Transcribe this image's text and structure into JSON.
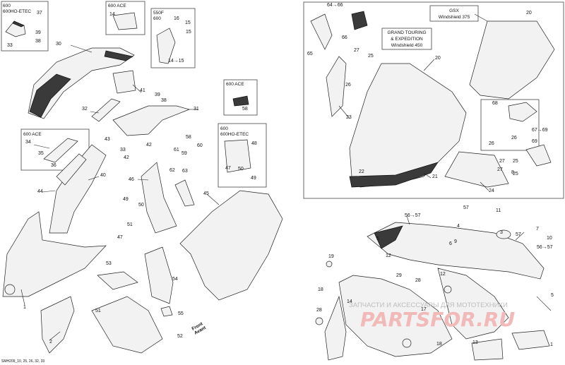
{
  "boxes": {
    "box_600_etec": {
      "lines": [
        "600",
        "600HO-ETEC"
      ]
    },
    "box_600_ace_top": {
      "lines": [
        "600 ACE"
      ]
    },
    "box_550f_600": {
      "lines": [
        "550F",
        "600"
      ]
    },
    "box_600_ace_mid": {
      "lines": [
        "600 ACE"
      ]
    },
    "box_600_ace_left": {
      "lines": [
        "600 ACE"
      ]
    },
    "box_600_etec_mid": {
      "lines": [
        "600",
        "600HO-ETEC"
      ]
    }
  },
  "windshield_labels": {
    "gsx": [
      "GSX",
      "Windshield 375"
    ],
    "grand_touring": [
      "GRAND TOURING",
      "& EXPEDITION",
      "Windshield 450"
    ]
  },
  "callouts": [
    "37",
    "39",
    "38",
    "33",
    "30",
    "14",
    "16",
    "15",
    "15",
    "14→15",
    "32",
    "31",
    "41",
    "39",
    "38",
    "34",
    "35",
    "36",
    "43",
    "40",
    "44",
    "33",
    "42",
    "42",
    "61",
    "59",
    "60",
    "58",
    "58",
    "48",
    "47",
    "50",
    "49",
    "46",
    "62",
    "63",
    "45",
    "49",
    "50",
    "51",
    "47",
    "1",
    "2",
    "53",
    "54",
    "55",
    "51",
    "52",
    "64→66",
    "66",
    "65",
    "27",
    "25",
    "26",
    "23",
    "20",
    "20",
    "26",
    "22",
    "21",
    "24",
    "68",
    "67→69",
    "69",
    "26",
    "27",
    "25",
    "27",
    "25",
    "8",
    "56→57",
    "57",
    "7",
    "11",
    "4",
    "3",
    "57",
    "56→57",
    "10",
    "5",
    "5",
    "12",
    "9",
    "29",
    "12",
    "6",
    "28",
    "19",
    "18",
    "28",
    "17",
    "18",
    "14",
    "13",
    "1"
  ],
  "front_label": [
    "Front",
    "Avant"
  ],
  "footer_code": "SMH209_10, 25, 26, 32, 33",
  "watermark": {
    "line1": "ЗАПЧАСТИ И АКСЕССУАРЫ ДЛЯ МОТОТЕХНИКИ",
    "line2": "PARTSFOR.RU"
  }
}
